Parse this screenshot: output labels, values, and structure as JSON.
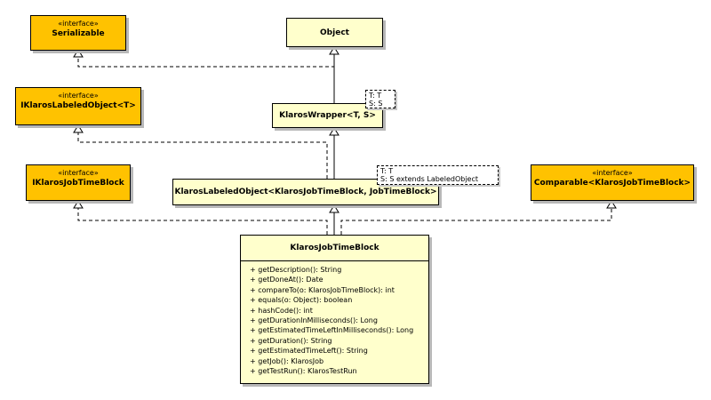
{
  "diagram": {
    "interfaces": {
      "serializable": {
        "stereotype": "«interface»",
        "name": "Serializable"
      },
      "iklaros_labeled_object": {
        "stereotype": "«interface»",
        "name": "IKlarosLabeledObject<T>"
      },
      "iklaros_job_time_block": {
        "stereotype": "«interface»",
        "name": "IKlarosJobTimeBlock"
      },
      "comparable": {
        "stereotype": "«interface»",
        "name": "Comparable<KlarosJobTimeBlock>"
      }
    },
    "classes": {
      "object": {
        "name": "Object"
      },
      "klaros_wrapper": {
        "name": "KlarosWrapper<T, S>"
      },
      "klaros_labeled_object": {
        "name": "KlarosLabeledObject<KlarosJobTimeBlock, JobTimeBlock>"
      }
    },
    "template_params": {
      "wrapper": [
        "T: T",
        "S: S"
      ],
      "labeled_object": [
        "T: T",
        "S: S extends LabeledObject"
      ]
    },
    "main_class": {
      "name": "KlarosJobTimeBlock",
      "methods": [
        "+ getDescription(): String",
        "+ getDoneAt(): Date",
        "+ compareTo(o: KlarosJobTimeBlock): int",
        "+ equals(o: Object): boolean",
        "+ hashCode(): int",
        "+ getDurationInMilliseconds(): Long",
        "+ getEstimatedTimeLeftInMilliseconds(): Long",
        "+ getDuration(): String",
        "+ getEstimatedTimeLeft(): String",
        "+ getJob(): KlarosJob",
        "+ getTestRun(): KlarosTestRun"
      ]
    },
    "colors": {
      "interface_fill": "#ffc200",
      "class_fill": "#ffffcc",
      "border": "#000000"
    }
  }
}
